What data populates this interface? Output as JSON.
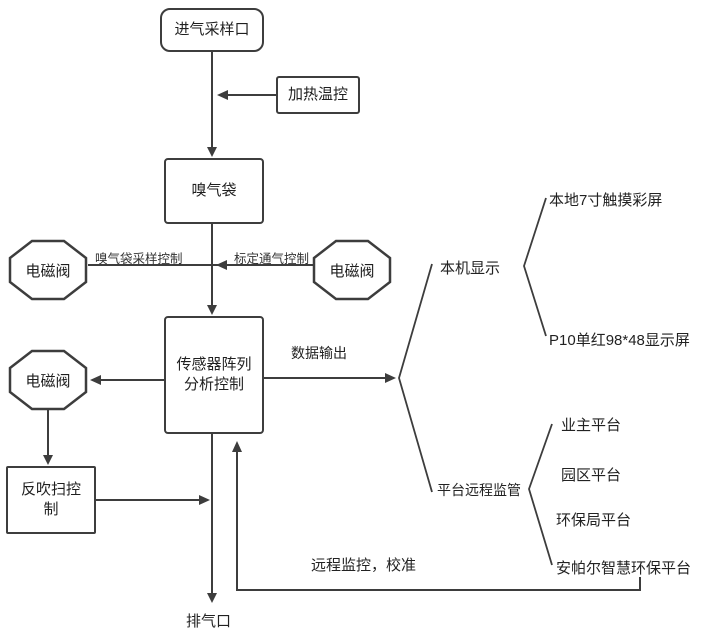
{
  "diagram": {
    "title_hint": "gas-sampling-analysis-flowchart",
    "nodes": {
      "intake": "进气采样口",
      "heating": "加热温控",
      "bag": "嗅气袋",
      "solenoid_top_left": "电磁阀",
      "solenoid_top_right": "电磁阀",
      "solenoid_mid_left": "电磁阀",
      "sensor": "传感器阵列分析控制",
      "backflush": "反吹扫控制",
      "exhaust": "排气口"
    },
    "labels": {
      "bag_sampling_control": "嗅气袋采样控制",
      "calibration_vent_control": "标定通气控制",
      "data_output": "数据输出",
      "local_display": "本机显示",
      "touch_screen": "本地7寸触摸彩屏",
      "p10_screen": "P10单红98*48显示屏",
      "platform_supervision": "平台远程监管",
      "owner_platform": "业主平台",
      "park_platform": "园区平台",
      "epa_platform": "环保局平台",
      "anpaer_platform": "安帕尔智慧环保平台",
      "remote_monitor_calibrate": "远程监控，校准"
    },
    "colors": {
      "line": "#3d3d3d",
      "background": "#ffffff",
      "text": "#1f1f1f"
    }
  }
}
